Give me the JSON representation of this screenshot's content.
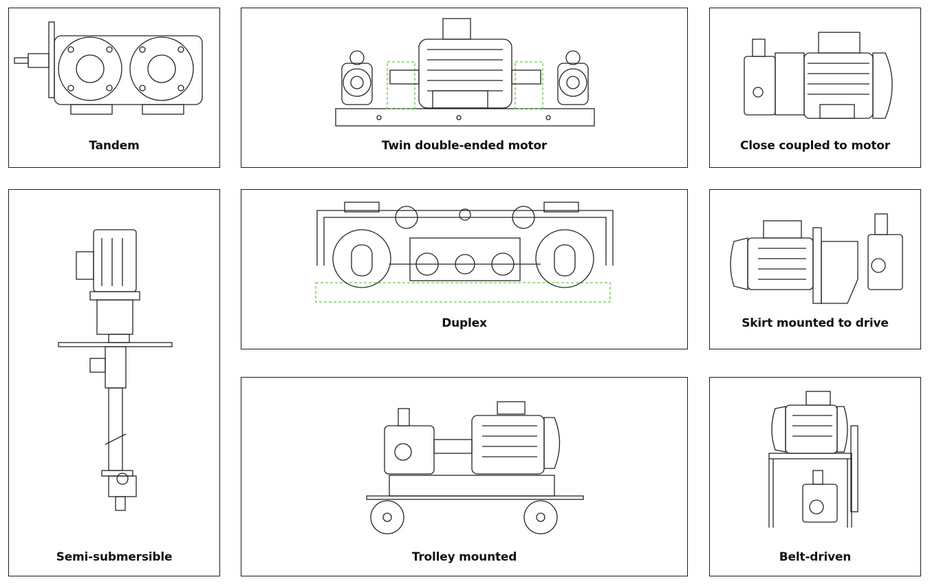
{
  "panels": [
    {
      "label": "Tandem"
    },
    {
      "label": "Twin double-ended motor"
    },
    {
      "label": "Close coupled to motor"
    },
    {
      "label": "Semi-submersible"
    },
    {
      "label": "Duplex"
    },
    {
      "label": "Skirt mounted to drive"
    },
    {
      "label": "Trolley mounted"
    },
    {
      "label": "Belt-driven"
    }
  ],
  "colors": {
    "border": "#1a1a1a",
    "outline": "#222222",
    "dashed_guide": "#6cc24a"
  }
}
